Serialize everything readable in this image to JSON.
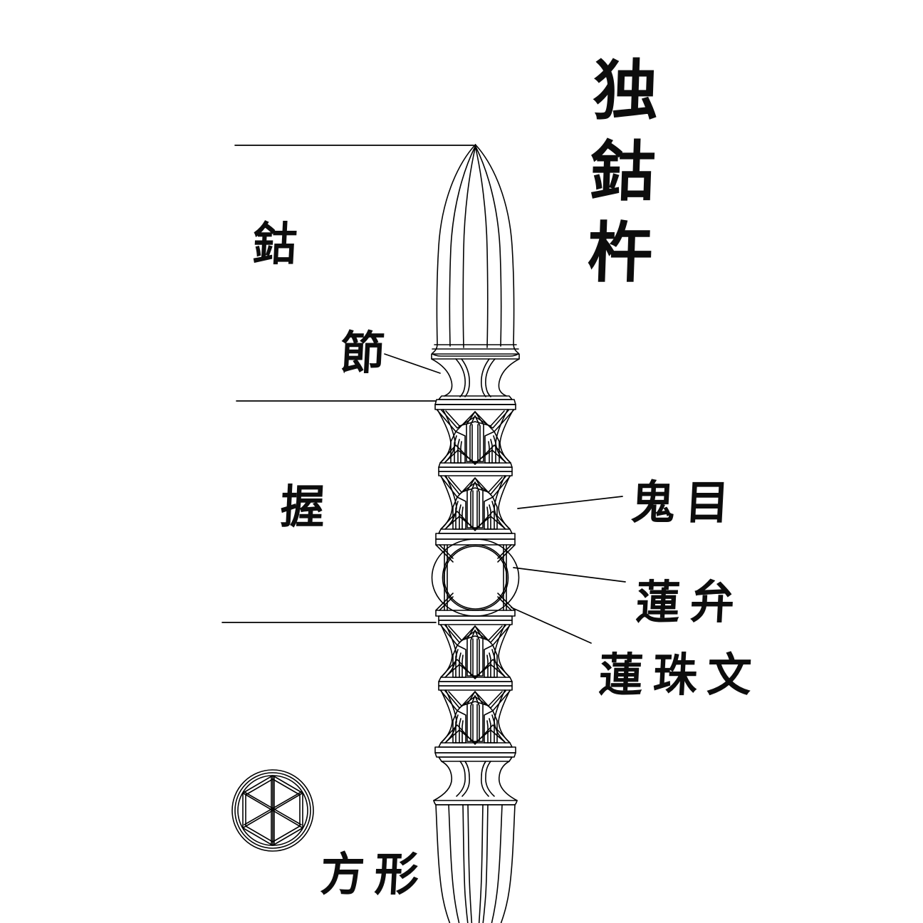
{
  "document": {
    "kind": "line-art-diagram",
    "subject": "独鈷杵",
    "background_color": "#ffffff",
    "ink_color": "#000000"
  },
  "title": {
    "text": "独鈷杵",
    "orientation": "vertical",
    "characters": [
      "独",
      "鈷",
      "杵"
    ]
  },
  "labels": [
    {
      "id": "ko",
      "text": "鈷",
      "role": "blade-section-label",
      "leader": "horizontal-rule"
    },
    {
      "id": "setsu",
      "text": "節",
      "role": "collar-label",
      "leader": "diagonal"
    },
    {
      "id": "nigiri",
      "text": "握",
      "role": "grip-section-label",
      "leader": "horizontal-rule"
    },
    {
      "id": "kimoku",
      "text": "鬼目",
      "role": "center-sphere-label",
      "leader": "diagonal"
    },
    {
      "id": "renben",
      "text": "蓮弁",
      "role": "lotus-petal-label",
      "leader": "diagonal"
    },
    {
      "id": "renju",
      "text": "蓮珠文",
      "role": "lotus-bead-pattern-label",
      "leader": "diagonal"
    },
    {
      "id": "hokei",
      "text": "方形",
      "role": "cross-section-label",
      "leader": "none"
    }
  ],
  "cross_section": {
    "caption": "方形",
    "shape": "hexagon-in-concentric-circles",
    "spokes": 6,
    "rings": 3
  },
  "structure": {
    "parts": [
      {
        "name": "upper-blade",
        "label_ref": "ko"
      },
      {
        "name": "upper-collar",
        "label_ref": "setsu"
      },
      {
        "name": "upper-lotus-band-1",
        "label_ref": "renben"
      },
      {
        "name": "upper-lotus-band-2",
        "label_ref": "renben"
      },
      {
        "name": "center-sphere",
        "label_ref": "kimoku"
      },
      {
        "name": "lower-lotus-band-1",
        "label_ref": "renben"
      },
      {
        "name": "lower-lotus-band-2",
        "label_ref": "renju"
      },
      {
        "name": "lower-collar",
        "label_ref": "setsu"
      },
      {
        "name": "lower-blade",
        "label_ref": "ko"
      }
    ]
  }
}
